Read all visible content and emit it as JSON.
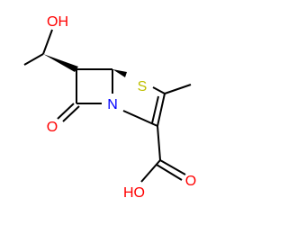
{
  "atoms": {
    "hydroxyl": {
      "text": "OH",
      "color": "#ff0000"
    },
    "sulfur": {
      "text": "S",
      "color": "#bfbf00"
    },
    "nitrogen": {
      "text": "N",
      "color": "#0000ff"
    },
    "carbonyl_oxygen": {
      "text": "O",
      "color": "#ff0000"
    },
    "acid_carbonyl_oxygen": {
      "text": "O",
      "color": "#ff0000"
    },
    "acid_hydroxyl": {
      "text": "HO",
      "color": "#ff0000"
    }
  },
  "colors": {
    "bond": "#000000",
    "background": "#ffffff"
  }
}
